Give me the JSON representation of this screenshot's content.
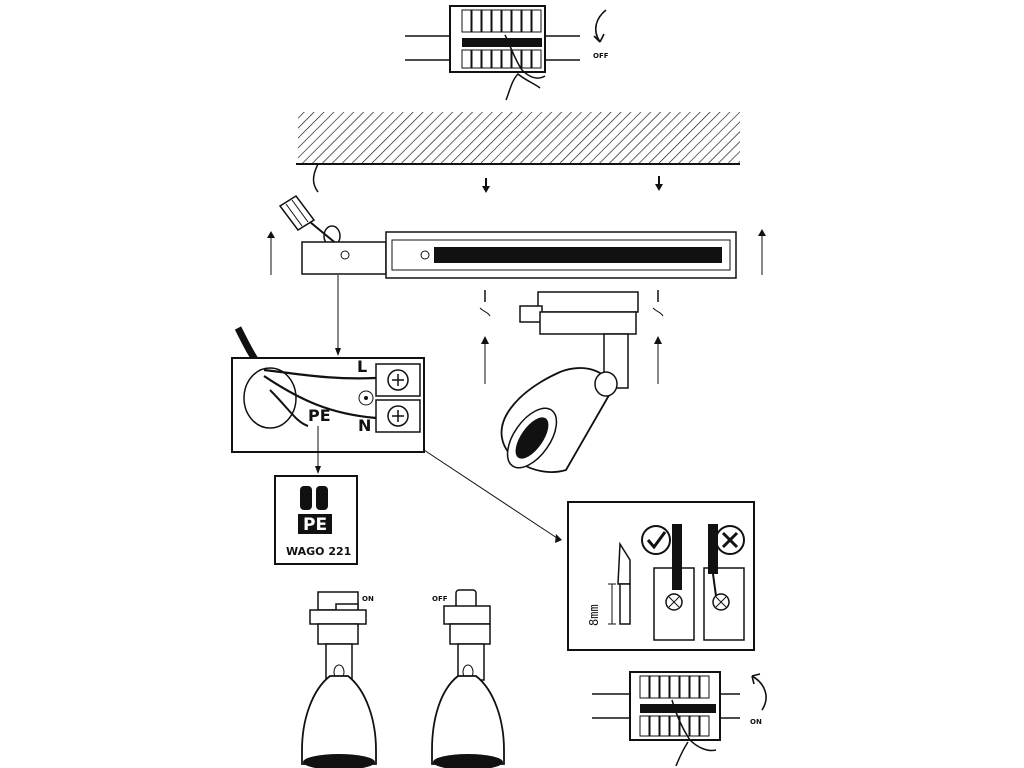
{
  "breaker_top": {
    "label": "OFF"
  },
  "breaker_bottom": {
    "label": "ON"
  },
  "terminal_block": {
    "live_label": "L",
    "neutral_label": "N",
    "earth_label": "PE"
  },
  "wago_box": {
    "marking": "PE",
    "model": "WAGO 221"
  },
  "strip_diagram": {
    "length_label": "8mm"
  },
  "spot_left": {
    "switch_label": "ON"
  },
  "spot_right": {
    "switch_label": "OFF"
  },
  "icons": [
    "check-icon",
    "cross-icon",
    "screw-icon",
    "arrow-up-icon",
    "arrow-down-icon",
    "rotate-icon"
  ],
  "colors": {
    "ink": "#111111",
    "paper": "#ffffff"
  }
}
